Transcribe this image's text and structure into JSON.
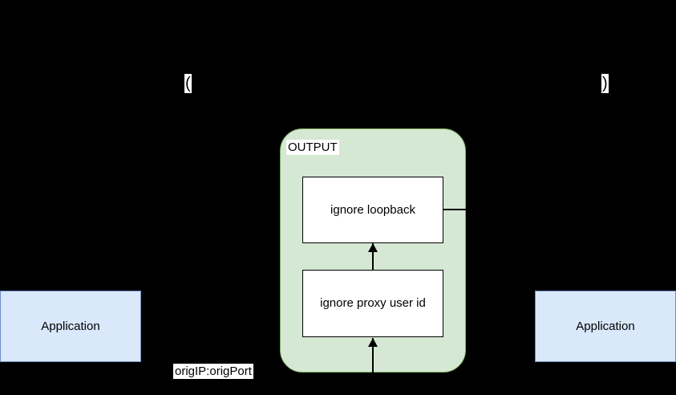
{
  "diagram": {
    "background_color": "#000000",
    "title": "",
    "nodes": {
      "app_left": {
        "label": "Application",
        "fill": "#dae8fc",
        "stroke": "#6c8ebf"
      },
      "app_right": {
        "label": "Application",
        "fill": "#dae8fc",
        "stroke": "#6c8ebf"
      },
      "output_container": {
        "label": "OUTPUT",
        "fill": "#d5e8d4",
        "stroke": "#82b366"
      },
      "chain_boxes": [
        {
          "id": "ignore-loopback",
          "label": "ignore loopback",
          "fill": "#ffffff",
          "stroke": "#000000"
        },
        {
          "id": "ignore-proxy-user-id",
          "label": "ignore proxy user id",
          "fill": "#ffffff",
          "stroke": "#000000"
        }
      ]
    },
    "edge_labels": {
      "orig_address": "origIP:origPort",
      "paren_open": "(",
      "paren_close": ")"
    }
  }
}
